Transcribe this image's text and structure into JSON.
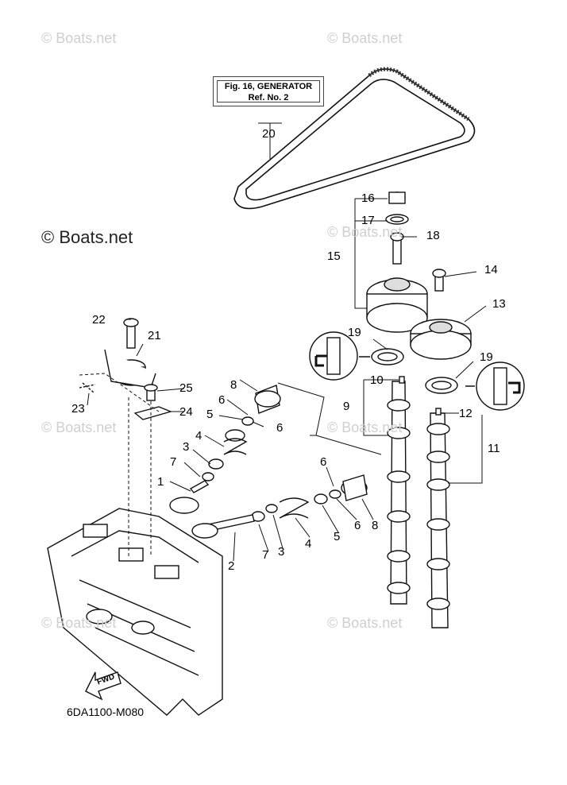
{
  "watermarks": [
    "© Boats.net",
    "© Boats.net",
    "© Boats.net",
    "© Boats.net",
    "© Boats.net",
    "© Boats.net",
    "© Boats.net"
  ],
  "watermark_main": "© Boats.net",
  "reference_box": {
    "line1": "Fig. 16, GENERATOR",
    "line2": "Ref. No. 2"
  },
  "diagram_code": "6DA1100-M080",
  "fwd_label": "FWD",
  "callouts": [
    "1",
    "2",
    "3",
    "3",
    "4",
    "4",
    "5",
    "5",
    "6",
    "6",
    "6",
    "6",
    "7",
    "7",
    "8",
    "8",
    "9",
    "10",
    "11",
    "12",
    "13",
    "14",
    "15",
    "16",
    "17",
    "18",
    "19",
    "19",
    "20",
    "21",
    "22",
    "23",
    "24",
    "25"
  ]
}
